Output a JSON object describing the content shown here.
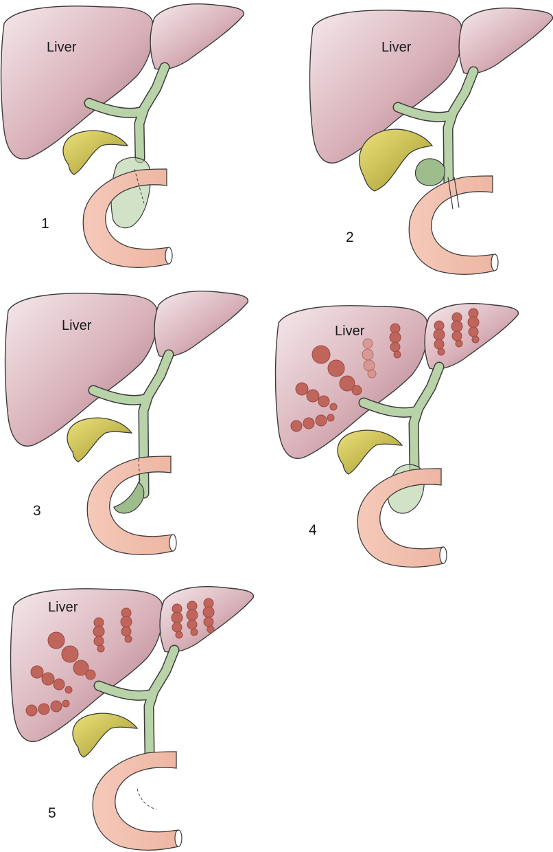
{
  "colors": {
    "liver_light": "#f3e7ea",
    "liver_mid": "#cc9ea6",
    "liver_dark": "#a8727d",
    "gallbladder_light": "#e6d566",
    "gallbladder_dark": "#a69a2e",
    "duct": "#b9d3a9",
    "cyst": "#c0655c",
    "cyst_stroke": "#9a4a42",
    "duodenum": "#f2bfae",
    "outline": "#3a3a3a"
  },
  "panels": [
    {
      "number": "1",
      "liver_label": "Liver",
      "icon": "choledochal-cyst-type-1-fusiform"
    },
    {
      "number": "2",
      "liver_label": "Liver",
      "icon": "choledochal-cyst-type-2-diverticulum"
    },
    {
      "number": "3",
      "liver_label": "Liver",
      "icon": "choledochal-cyst-type-3-choledochocele"
    },
    {
      "number": "4",
      "liver_label": "Liver",
      "icon": "choledochal-cyst-type-4-intra-and-extrahepatic"
    },
    {
      "number": "5",
      "liver_label": "Liver",
      "icon": "choledochal-cyst-type-5-caroli"
    }
  ]
}
